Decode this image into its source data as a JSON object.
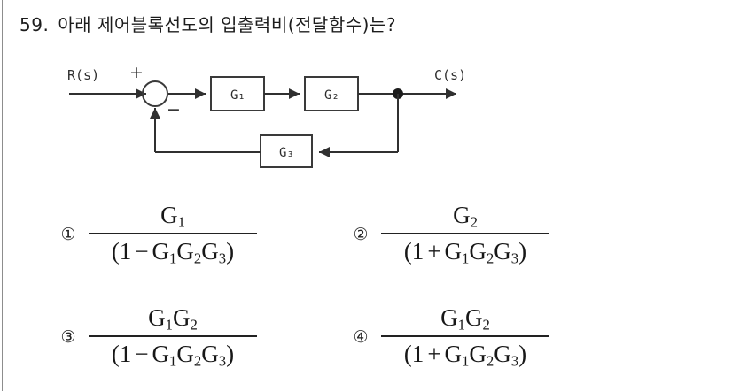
{
  "question": {
    "number": "59.",
    "text": "아래 제어블록선도의 입출력비(전달함수)는?"
  },
  "diagram": {
    "input_label": "R(s)",
    "output_label": "C(s)",
    "sum_plus_sign": "+",
    "sum_minus_sign": "−",
    "blocks": [
      {
        "id": "g1",
        "label": "G",
        "sub": "1"
      },
      {
        "id": "g2",
        "label": "G",
        "sub": "2"
      },
      {
        "id": "g3",
        "label": "G",
        "sub": "3"
      }
    ]
  },
  "options": [
    {
      "marker": "①",
      "numerator": {
        "terms": [
          "G1"
        ]
      },
      "numerator_text": "G",
      "numerator_sub": "1",
      "denominator_open": "(1",
      "denominator_op": "−",
      "denominator_terms": "G1G2G3",
      "denominator_close": ")"
    },
    {
      "marker": "②",
      "numerator_text": "G",
      "numerator_sub": "2",
      "denominator_open": "(1",
      "denominator_op": "+",
      "denominator_terms": "G1G2G3",
      "denominator_close": ")"
    },
    {
      "marker": "③",
      "numerator_text": "G1G2",
      "denominator_open": "(1",
      "denominator_op": "−",
      "denominator_terms": "G1G2G3",
      "denominator_close": ")"
    },
    {
      "marker": "④",
      "numerator_text": "G1G2",
      "denominator_open": "(1",
      "denominator_op": "+",
      "denominator_terms": "G1G2G3",
      "denominator_close": ")"
    }
  ],
  "colors": {
    "ink": "#1a1a1a",
    "diagram_ink": "#303030",
    "rule": "#8d8d8d",
    "background": "#ffffff"
  }
}
